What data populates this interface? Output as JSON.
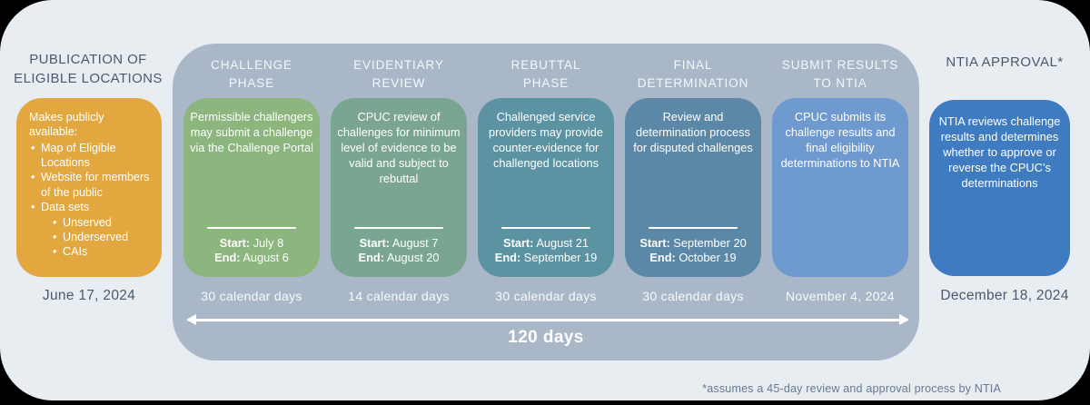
{
  "colors": {
    "page_bg": "#E8EDF2",
    "outside": "#000000",
    "dark_text": "#4A5A6D"
  },
  "publication": {
    "title": "PUBLICATION OF\nELIGIBLE LOCATIONS",
    "intro": "Makes publicly available:",
    "bullets": [
      "Map of Eligible Locations",
      "Website for members of the public",
      "Data sets"
    ],
    "sub_bullets": [
      "Unserved",
      "Underserved",
      "CAIs"
    ],
    "date": "June 17, 2024",
    "color": "#E2A73E"
  },
  "timeline": {
    "track_color": "#A9B7C8",
    "start_label": "Start:",
    "end_label": "End:",
    "arrow_label": "120 days",
    "phases": [
      {
        "title": "CHALLENGE\nPHASE",
        "description": "Permissible challengers may submit a challenge via the Challenge Portal",
        "start": "July 8",
        "end": "August 6",
        "below_text": "30 calendar days",
        "color": "#8CB67D"
      },
      {
        "title": "EVIDENTIARY\nREVIEW",
        "description": "CPUC review of challenges for minimum level of evidence to be valid and subject to rebuttal",
        "start": "August 7",
        "end": "August 20",
        "below_text": "14 calendar days",
        "color": "#7AA691"
      },
      {
        "title": "REBUTTAL\nPHASE",
        "description": "Challenged service providers may provide counter-evidence for challenged locations",
        "start": "August 21",
        "end": "September 19",
        "below_text": "30 calendar days",
        "color": "#5C93A3"
      },
      {
        "title": "FINAL\nDETERMINATION",
        "description": "Review and determination process for disputed challenges",
        "start": "September 20",
        "end": "October 19",
        "below_text": "30 calendar days",
        "color": "#5C88A8"
      },
      {
        "title": "SUBMIT RESULTS\nTO NTIA",
        "description": "CPUC submits its challenge results and final eligibility determinations to NTIA",
        "below_text": "November 4, 2024",
        "color": "#6F9ACF"
      }
    ]
  },
  "ntia": {
    "title": "NTIA APPROVAL*",
    "description": "NTIA reviews challenge results and determines whether to approve or reverse the CPUC’s determinations",
    "date": "December 18, 2024",
    "color": "#3E7BC0"
  },
  "footnote": "*assumes a 45-day review and approval process by NTIA"
}
